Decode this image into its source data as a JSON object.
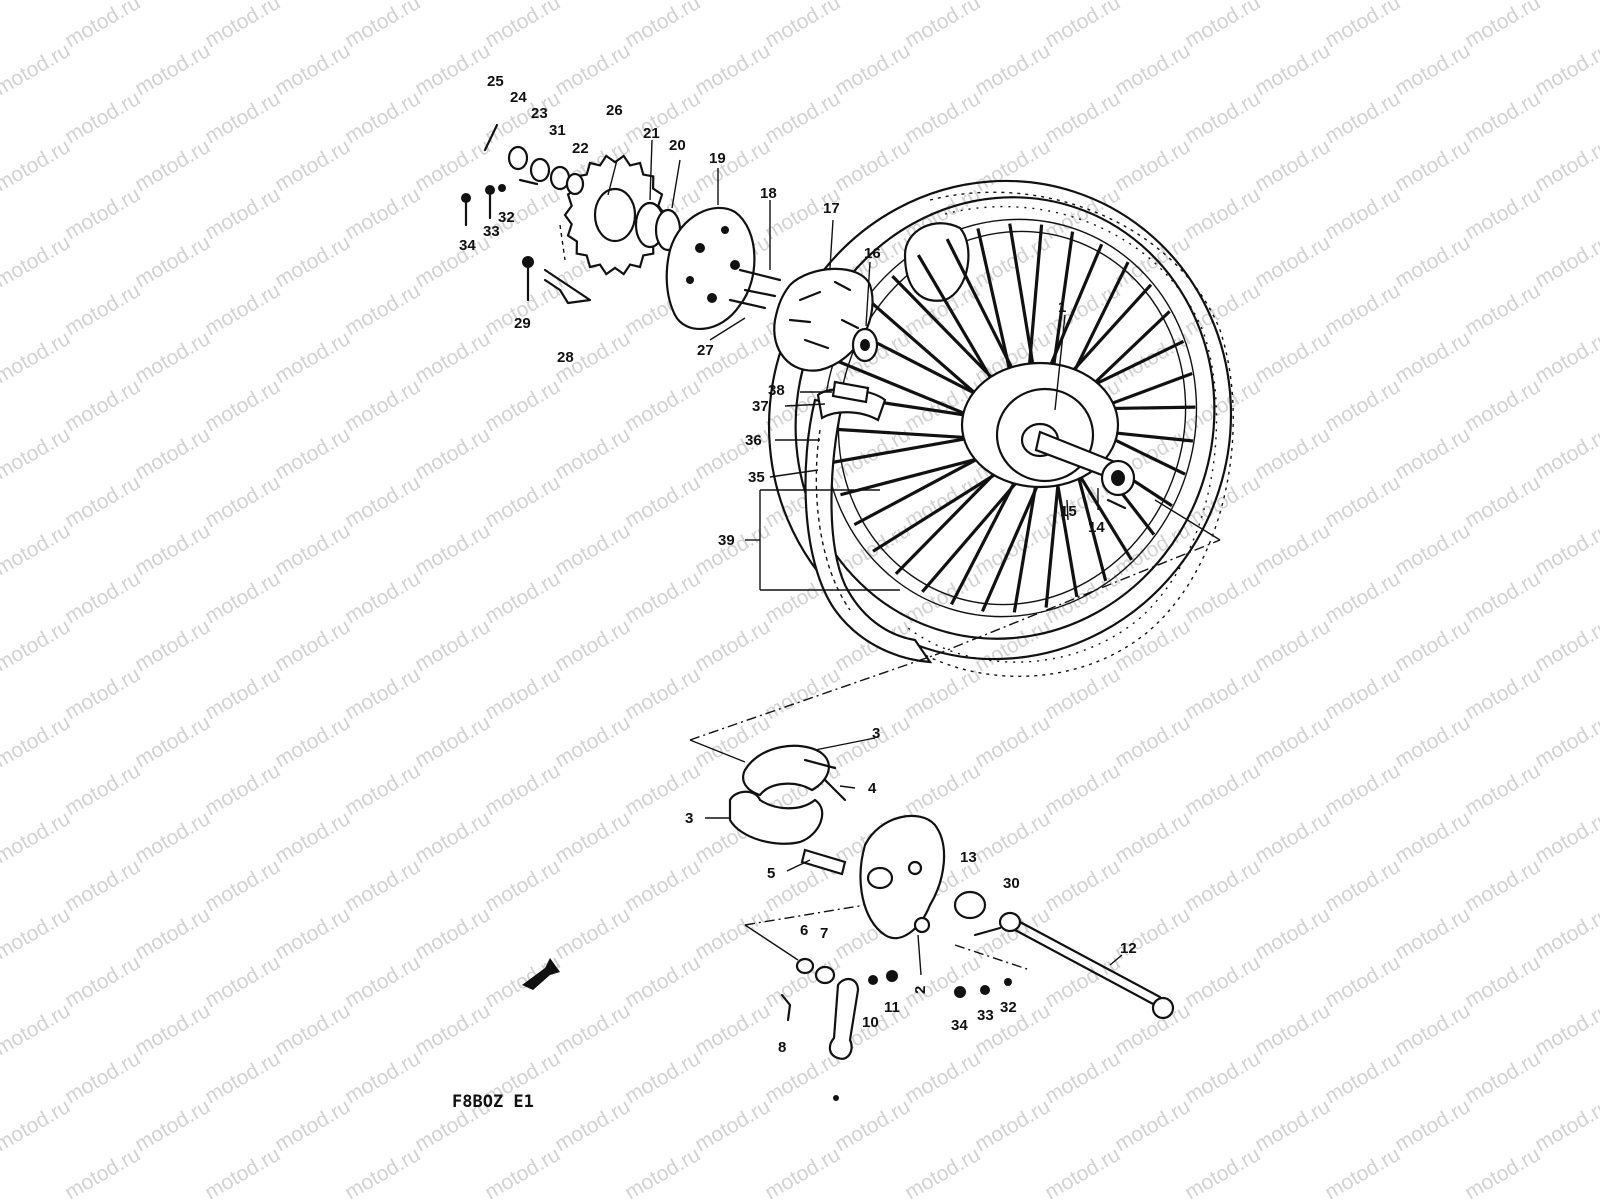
{
  "watermark": {
    "text": "motod.ru"
  },
  "diagram": {
    "code": "F8BOZ E1",
    "parts": [
      {
        "id": "p1",
        "number": "1"
      },
      {
        "id": "p2",
        "number": "2"
      },
      {
        "id": "p3a",
        "number": "3"
      },
      {
        "id": "p3b",
        "number": "3"
      },
      {
        "id": "p4",
        "number": "4"
      },
      {
        "id": "p5",
        "number": "5"
      },
      {
        "id": "p6",
        "number": "6"
      },
      {
        "id": "p7",
        "number": "7"
      },
      {
        "id": "p8",
        "number": "8"
      },
      {
        "id": "p10",
        "number": "10"
      },
      {
        "id": "p11",
        "number": "11"
      },
      {
        "id": "p12",
        "number": "12"
      },
      {
        "id": "p13",
        "number": "13"
      },
      {
        "id": "p14",
        "number": "14"
      },
      {
        "id": "p15",
        "number": "15"
      },
      {
        "id": "p16",
        "number": "16"
      },
      {
        "id": "p17",
        "number": "17"
      },
      {
        "id": "p18",
        "number": "18"
      },
      {
        "id": "p19",
        "number": "19"
      },
      {
        "id": "p20",
        "number": "20"
      },
      {
        "id": "p21",
        "number": "21"
      },
      {
        "id": "p22",
        "number": "22"
      },
      {
        "id": "p23",
        "number": "23"
      },
      {
        "id": "p24",
        "number": "24"
      },
      {
        "id": "p25",
        "number": "25"
      },
      {
        "id": "p26",
        "number": "26"
      },
      {
        "id": "p27",
        "number": "27"
      },
      {
        "id": "p28",
        "number": "28"
      },
      {
        "id": "p29",
        "number": "29"
      },
      {
        "id": "p30",
        "number": "30"
      },
      {
        "id": "p31",
        "number": "31"
      },
      {
        "id": "p32a",
        "number": "32"
      },
      {
        "id": "p32b",
        "number": "32"
      },
      {
        "id": "p33a",
        "number": "33"
      },
      {
        "id": "p33b",
        "number": "33"
      },
      {
        "id": "p34a",
        "number": "34"
      },
      {
        "id": "p34b",
        "number": "34"
      },
      {
        "id": "p35",
        "number": "35"
      },
      {
        "id": "p36",
        "number": "36"
      },
      {
        "id": "p37",
        "number": "37"
      },
      {
        "id": "p38",
        "number": "38"
      },
      {
        "id": "p39",
        "number": "39"
      }
    ]
  }
}
